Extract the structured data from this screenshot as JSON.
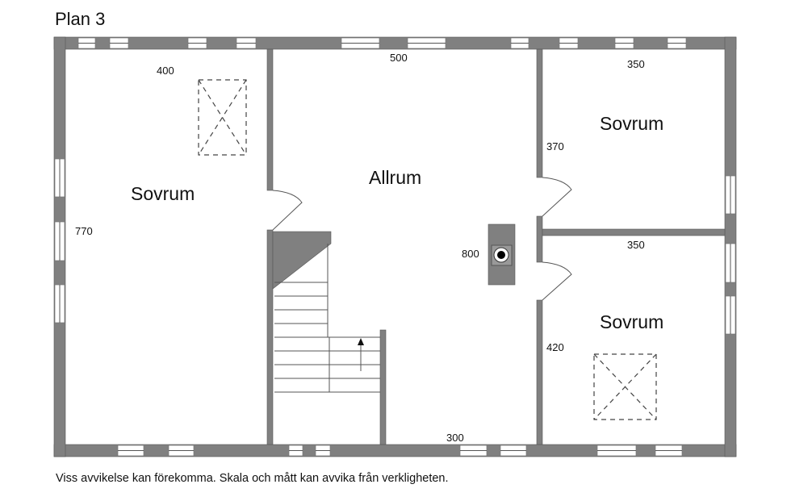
{
  "title": "Plan 3",
  "rooms": {
    "left_bedroom": "Sovrum",
    "living_room": "Allrum",
    "upper_right_bedroom": "Sovrum",
    "lower_right_bedroom": "Sovrum"
  },
  "dimensions": {
    "left_width": "400",
    "left_depth": "770",
    "living_width": "500",
    "living_depth": "800",
    "living_bottom": "300",
    "upper_right_width": "350",
    "upper_right_depth": "370",
    "lower_right_width": "350",
    "lower_right_depth": "420"
  },
  "disclaimer": "Viss avvikelse kan förekomma. Skala och mått kan avvika från verkligheten."
}
